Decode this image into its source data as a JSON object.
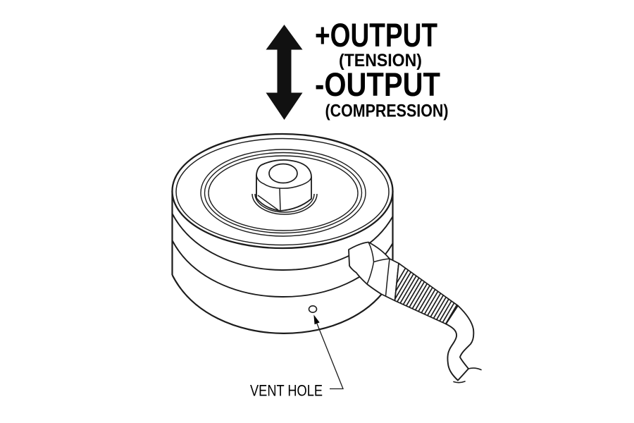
{
  "figure": {
    "kind": "technical line diagram",
    "subject": "button-style load cell with integral cable, isometric view"
  },
  "annotations": {
    "output_positive": "+OUTPUT",
    "tension": "(TENSION)",
    "output_negative": "-OUTPUT",
    "compression": "(COMPRESSION)",
    "vent_hole": "VENT HOLE"
  },
  "icons": {
    "direction_indicator": "up-down-double-arrow-icon",
    "callout_pointer": "leader-arrowhead-icon"
  },
  "colors": {
    "background": "#ffffff",
    "line": "#1c1c1c",
    "text": "#000000",
    "arrow_fill": "#111111"
  }
}
